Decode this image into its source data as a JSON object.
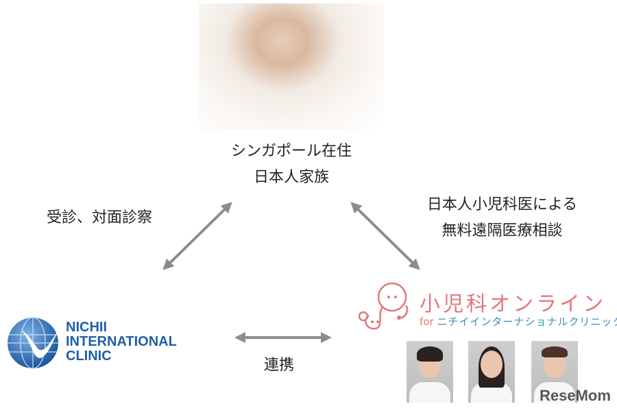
{
  "family": {
    "line1": "シンガポール在住",
    "line2": "日本人家族"
  },
  "left_label": "受診、対面診察",
  "right_label": {
    "line1": "日本人小児科医による",
    "line2": "無料遠隔医療相談"
  },
  "bottom_label": "連携",
  "nichii_logo": {
    "line1": "NICHII",
    "line2": "INTERNATIONAL",
    "line3": "CLINIC"
  },
  "pediatric_logo": {
    "title": "小児科オンライン",
    "for": "for",
    "subtitle": "ニチイインターナショナルクリニック"
  },
  "watermark": "ReseMom",
  "colors": {
    "arrow": "#8c8c8c",
    "nichii_blue": "#1f5fa8",
    "pink": "#e0777f",
    "teal": "#3a8fb5"
  }
}
